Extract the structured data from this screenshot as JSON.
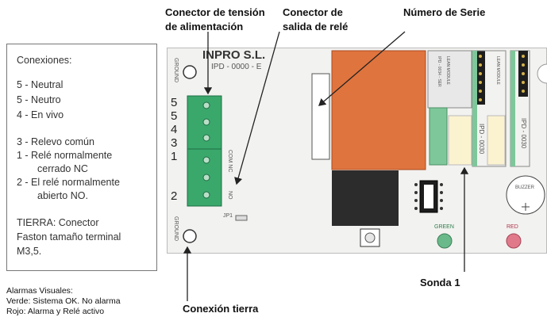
{
  "callouts": {
    "power_connector_line1": "Conector de tensión",
    "power_connector_line2": "de alimentación",
    "relay_connector_line1": "Conector de",
    "relay_connector_line2": "salida de relé",
    "serial_number": "Número de Serie",
    "probe": "Sonda 1",
    "ground_connection": "Conexión tierra"
  },
  "legend": {
    "title": "Conexiones:",
    "lines": [
      "5 - Neutral",
      "5 - Neutro",
      "4 - En vivo",
      "3 - Relevo común",
      "1 - Relé normalmente",
      "cerrado NC",
      "2 - El relé normalmente",
      "abierto NO.",
      "TIERRA: Conector",
      "Faston tamaño terminal",
      "M3,5."
    ]
  },
  "alarms": {
    "lines": [
      "Alarmas Visuales:",
      "Verde: Sistema OK. No alarma",
      "Rojo: Alarma y Relé activo"
    ]
  },
  "board": {
    "company": "INPRO S.L.",
    "model": "IPD - 0000 - E",
    "ground_top": "GROUND",
    "ground_bottom": "GROUND",
    "terminal_numbers": [
      "5",
      "5",
      "4",
      "3",
      "1",
      "2"
    ],
    "com_nc": "COM NC",
    "no": "NO",
    "jp1": "JP1",
    "green_led": "GREEN",
    "red_led": "RED",
    "buzzer": "BUZZER",
    "module1_a": "IPD - 0034 - SER",
    "module1_b": "LEAN MODULE",
    "module2_a": "IPD - 0030",
    "module2_b": "LEAN MODULE",
    "module3_a": "IPD - 0030"
  },
  "colors": {
    "relay": "#e0743e",
    "terminal": "#3aa86b",
    "ic": "#2c2c2c",
    "module_green": "#7ec79a",
    "module_cream": "#fbf2d0"
  }
}
